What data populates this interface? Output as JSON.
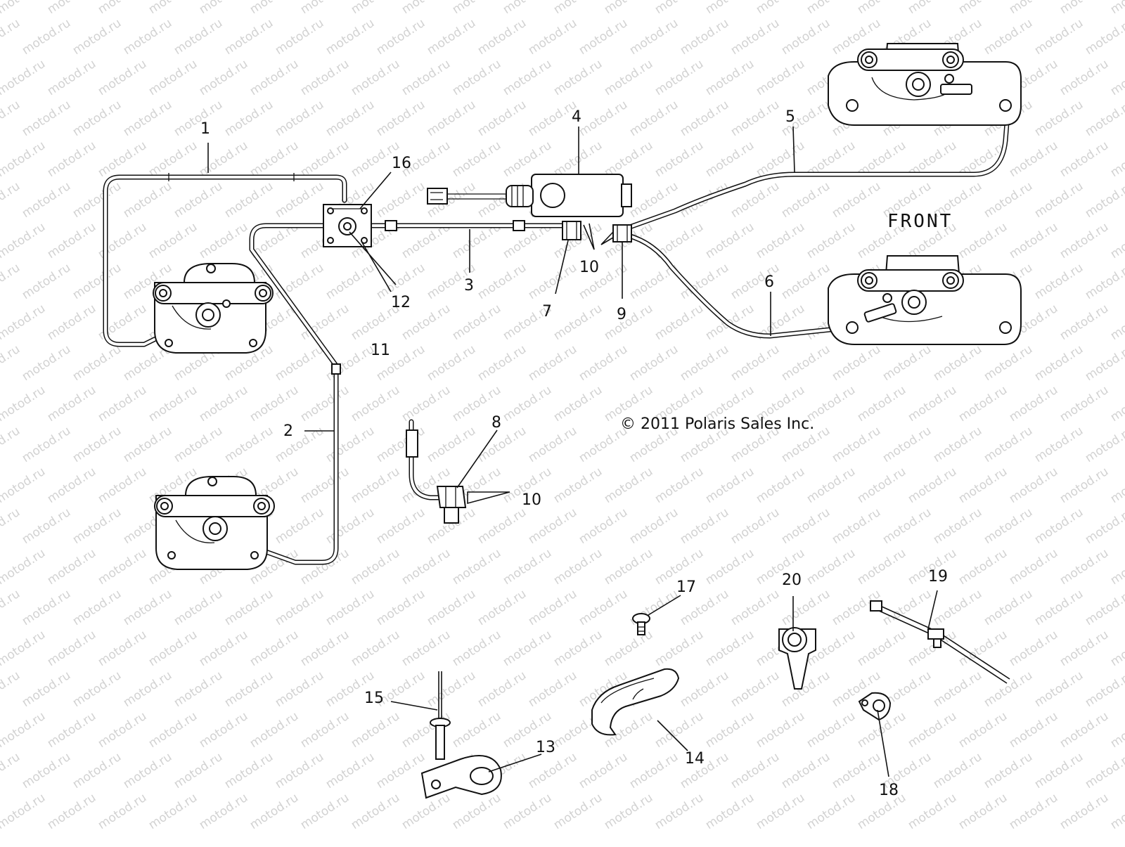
{
  "diagram": {
    "front_label": "FRONT",
    "copyright": "© 2011 Polaris Sales Inc.",
    "watermark_text": "motod.ru",
    "callouts": [
      "1",
      "2",
      "3",
      "4",
      "5",
      "6",
      "7",
      "8",
      "9",
      "10",
      "10",
      "11",
      "12",
      "13",
      "14",
      "15",
      "16",
      "17",
      "18",
      "19",
      "20"
    ]
  }
}
